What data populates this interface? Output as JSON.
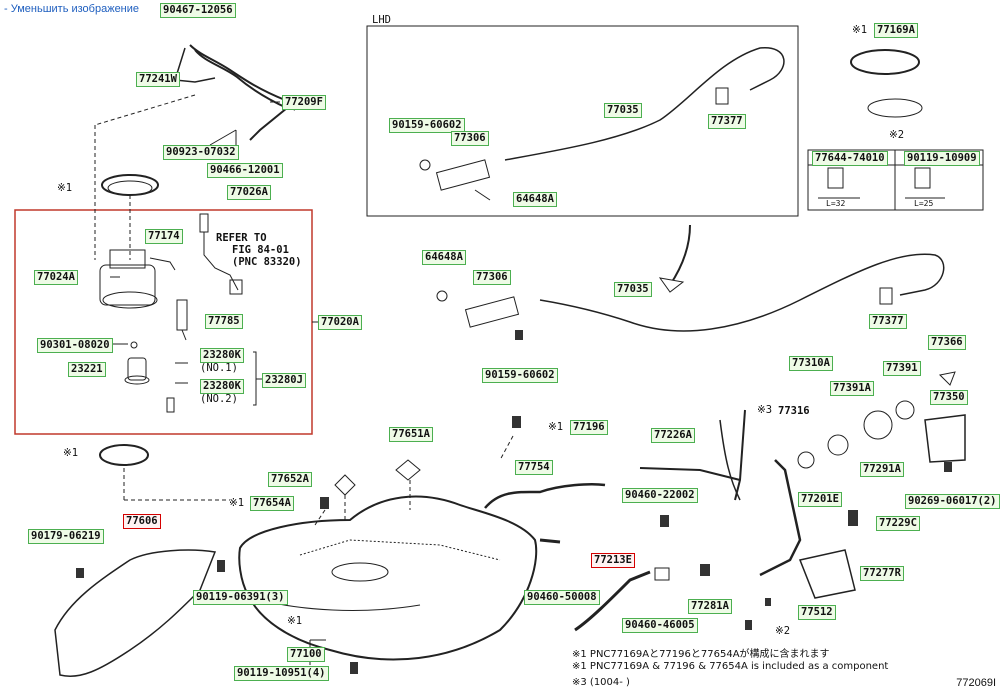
{
  "header": {
    "shrink_link": "- Уменьшить изображение"
  },
  "boxes": {
    "lhd_title": "LHD"
  },
  "parts": {
    "p90467_12056": "90467-12056",
    "p77241w": "77241W",
    "p77209f": "77209F",
    "p90923_07032": "90923-07032",
    "p90466_12001": "90466-12001",
    "p77026a": "77026A",
    "p77174": "77174",
    "p77024a": "77024A",
    "p77785": "77785",
    "p77020a": "77020A",
    "p90301_08020": "90301-08020",
    "p23221": "23221",
    "p23280k_1": "23280K",
    "p23280k_2": "23280K",
    "p23280j": "23280J",
    "p90159_60602_a": "90159-60602",
    "p77306_a": "77306",
    "p77035_a": "77035",
    "p77377_a": "77377",
    "p64648a_a": "64648A",
    "p77169a": "77169A",
    "p77644_74010": "77644-74010",
    "p90119_10909": "90119-10909",
    "p64648a_b": "64648A",
    "p77306_b": "77306",
    "p77035_b": "77035",
    "p77377_b": "77377",
    "p90159_60602_b": "90159-60602",
    "p77366": "77366",
    "p77310a": "77310A",
    "p77391": "77391",
    "p77391a": "77391A",
    "p77350": "77350",
    "p77291a": "77291A",
    "p90269_06017": "90269-06017(2)",
    "p77651a": "77651A",
    "p77196": "77196",
    "p77226a": "77226A",
    "p77652a": "77652A",
    "p77654a": "77654A",
    "p77754": "77754",
    "p77606": "77606",
    "p90179_06219": "90179-06219",
    "p90460_22002": "90460-22002",
    "p77201e": "77201E",
    "p77229c": "77229C",
    "p77213e": "77213E",
    "p77277r": "77277R",
    "p90119_06391": "90119-06391(3)",
    "p90460_50008": "90460-50008",
    "p77281a": "77281A",
    "p77512": "77512",
    "p90460_46005": "90460-46005",
    "p77100": "77100",
    "p90119_10951": "90119-10951(4)"
  },
  "labels": {
    "refer_1": "REFER TO",
    "refer_2": "FIG 84-01",
    "refer_3": "(PNC 83320)",
    "no1": "(NO.1)",
    "no2": "(NO.2)",
    "mark1_a": "※1",
    "mark1_b": "※1",
    "mark1_c": "※1",
    "mark1_d": "※1",
    "mark1_e": "※1",
    "mark1_f": "※1",
    "mark2_a": "※2",
    "mark2_b": "※2",
    "mark3_a": "※3",
    "l32": "L=32",
    "l25": "L=25"
  },
  "notes": {
    "jp": "※1 PNC77169Aと77196と77654Aが構成に含まれます",
    "en": "※1 PNC77169A & 77196 & 77654A is included as a component",
    "date": "※3 (1004-     )"
  },
  "figure_number": "772069I"
}
